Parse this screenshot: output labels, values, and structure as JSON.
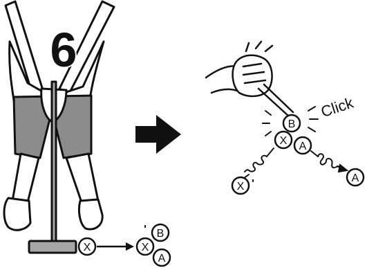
{
  "step": {
    "number": "6"
  },
  "labels": {
    "x": "X",
    "x_prime": "X",
    "prime_mark": "'",
    "a": "A",
    "b": "B",
    "click": "Click"
  },
  "colors": {
    "ink": "#111111",
    "shirt": "#ffffff",
    "shorts": "#8c8c8c",
    "mallet": "#a6a6a6",
    "arrow": "#111111"
  }
}
